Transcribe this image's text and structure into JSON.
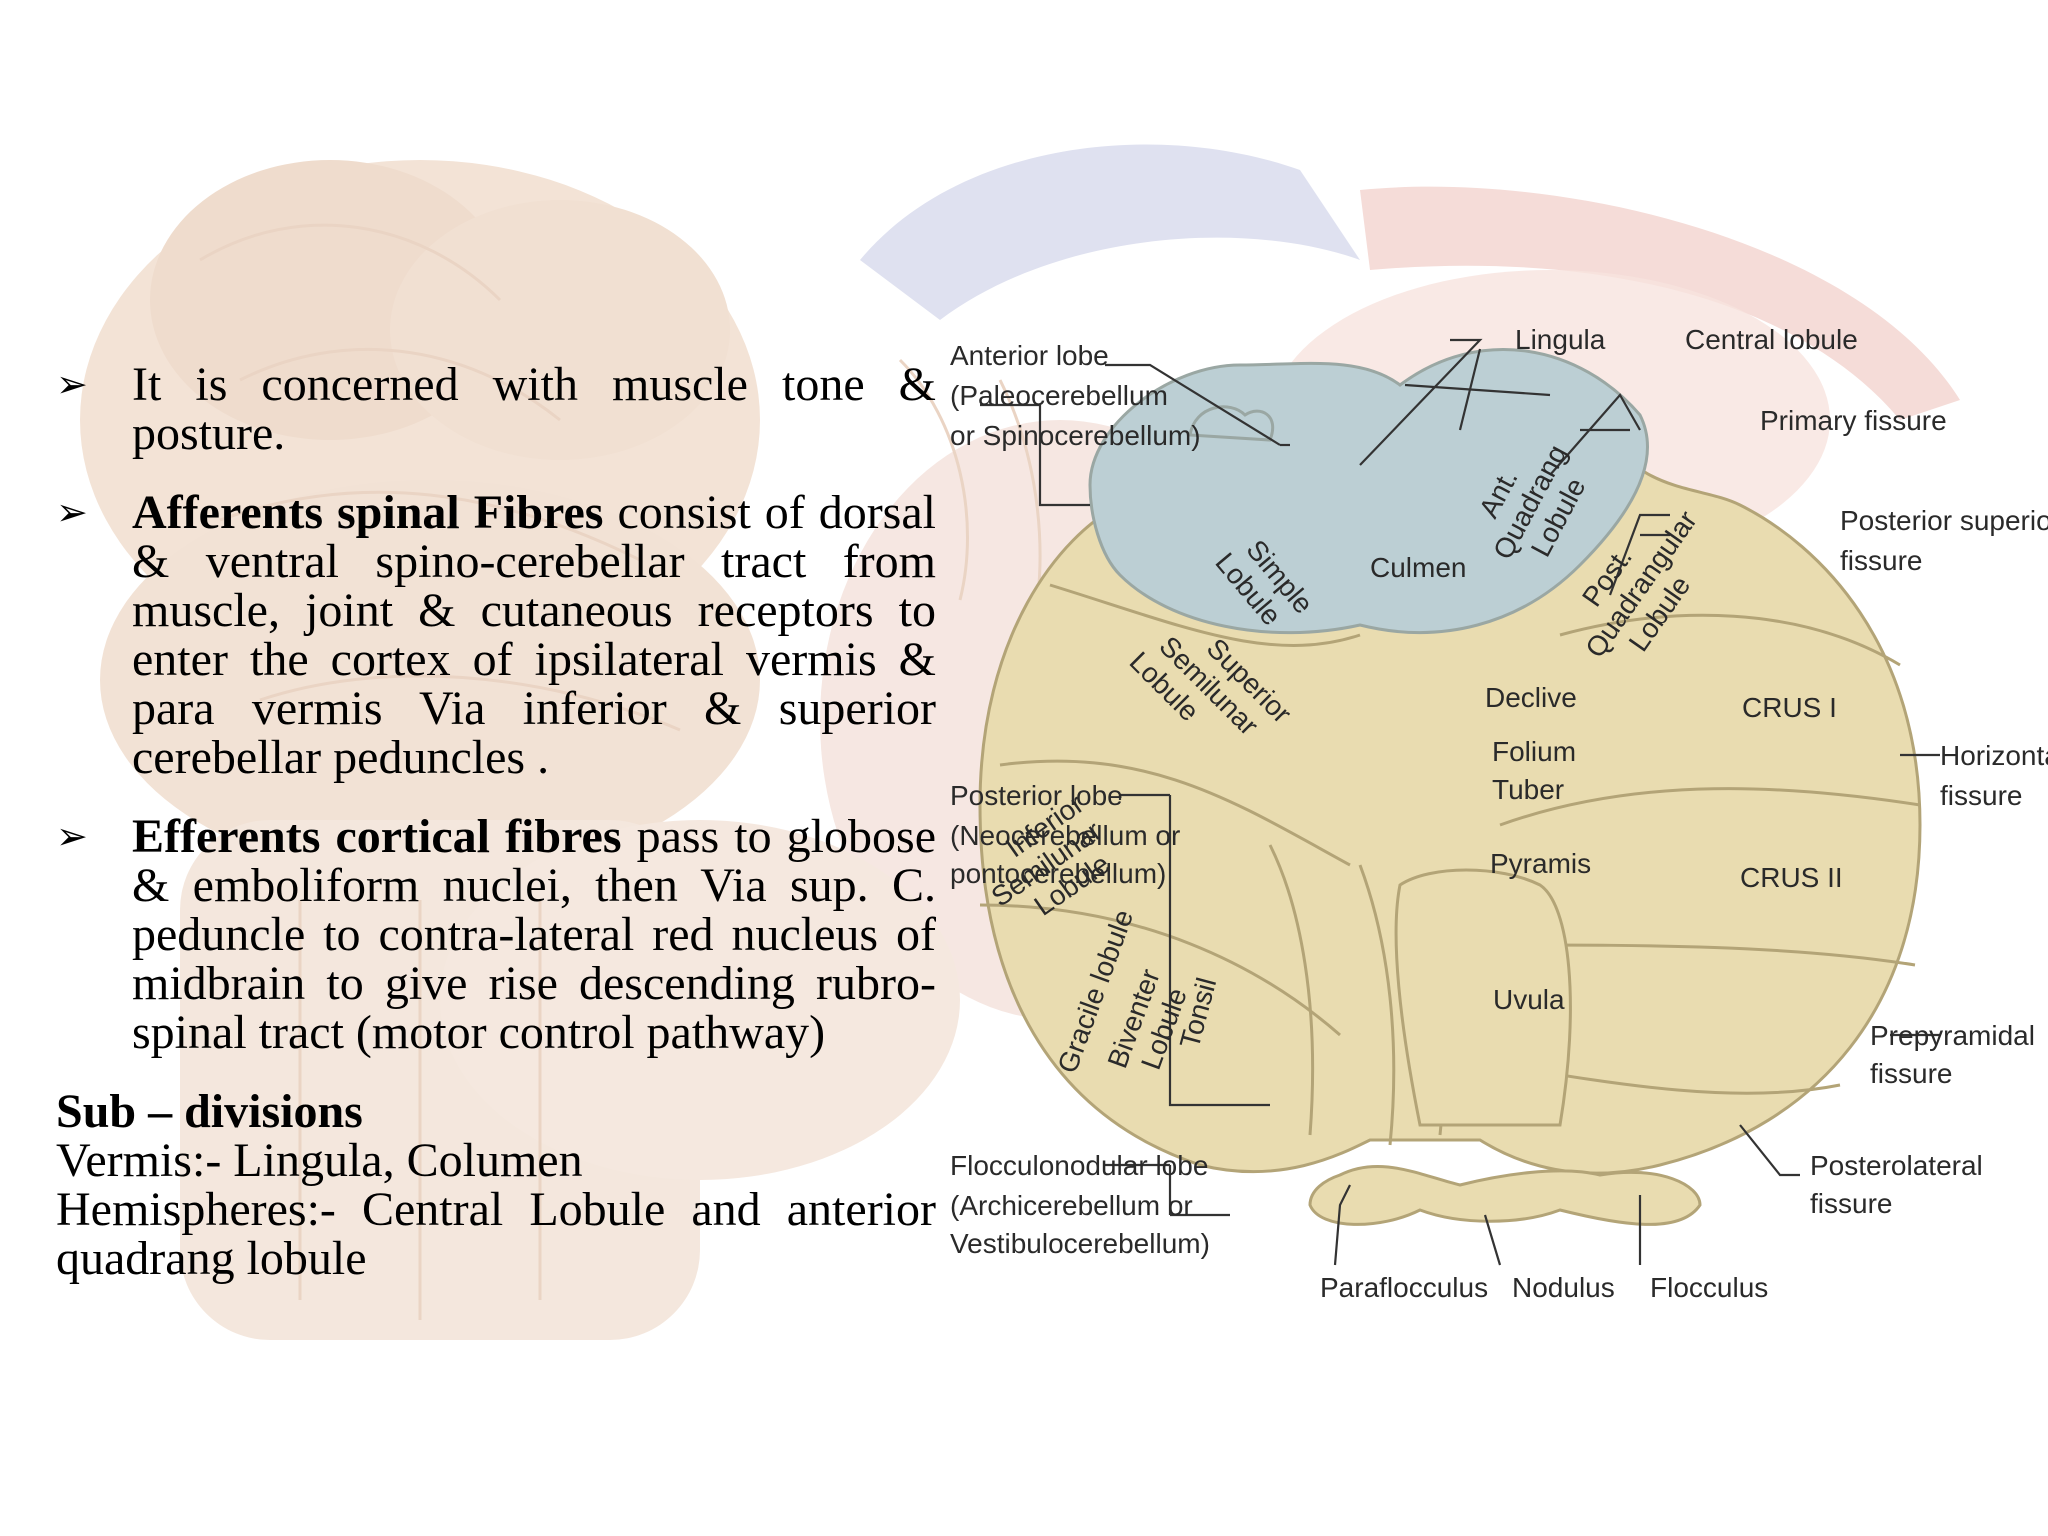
{
  "bullets": [
    {
      "lead": "",
      "text": "It is concerned with muscle tone & posture."
    },
    {
      "lead": "Afferents spinal Fibres",
      "text": " consist of dorsal & ventral spino-cerebellar tract from muscle, joint & cutaneous receptors to enter the cortex of ipsilateral vermis & para vermis Via inferior & superior cerebellar peduncles ."
    },
    {
      "lead": "Efferents cortical fibres",
      "text": " pass to globose & emboliform nuclei, then Via  sup. C. peduncle to contra-lateral red nucleus of midbrain to give rise descending rubro-spinal tract (motor control pathway)"
    }
  ],
  "bullet_glyph": "➢",
  "subdivisions": {
    "title": "Sub – divisions",
    "vermis": "Vermis:-  Lingula, Columen",
    "hemispheres": "Hemispheres:-  Central Lobule and anterior quadrang lobule"
  },
  "diagram": {
    "left_labels": {
      "anterior_lobe": [
        "Anterior lobe",
        "(Paleocerebellum",
        "or Spinocerebellum)"
      ],
      "posterior_lobe": [
        "Posterior lobe",
        "(Neocerebellum or",
        "pontocerebellum)"
      ],
      "flocculonodular_lobe": [
        "Flocculonodular lobe",
        "(Archicerebellum or",
        "Vestibulocerebellum)"
      ]
    },
    "top_labels": {
      "lingula": "Lingula",
      "central_lobule": "Central lobule"
    },
    "right_labels": {
      "primary_fissure": [
        "Primary fissure"
      ],
      "posterior_superior_fissure": [
        "Posterior superior",
        "fissure"
      ],
      "horizontal_fissure": [
        "Horizontal",
        "fissure"
      ],
      "prepyramidal_fissure": [
        "Prepyramidal",
        "fissure"
      ],
      "posterolateral_fissure": [
        "Posterolateral",
        "fissure"
      ]
    },
    "bottom_labels": {
      "paraflocculus": "Paraflocculus",
      "nodulus": "Nodulus",
      "flocculus": "Flocculus"
    },
    "region_labels": {
      "culmen": "Culmen",
      "ant_quadrang_lobule": [
        "Ant.",
        "Quadrang",
        "Lobule"
      ],
      "simple_lobule": [
        "Simple",
        "Lobule"
      ],
      "post_quadrangular_lobule": [
        "Post.",
        "Quadrangular",
        "Lobule"
      ],
      "superior_semilunar_lobule": [
        "Superior",
        "Semilunar",
        "Lobule"
      ],
      "declive": "Declive",
      "folium": "Folium",
      "tuber": "Tuber",
      "crus_i": "CRUS I",
      "crus_ii": "CRUS II",
      "pyramis": "Pyramis",
      "inferior_semilunar_lobule": [
        "Inferior",
        "Semilunar",
        "Lobule"
      ],
      "gracile_lobule": "Gracile lobule",
      "biventer_lobule": [
        "Biventer",
        "Lobule"
      ],
      "tonsil": "Tonsil",
      "uvula": "Uvula"
    }
  },
  "colors": {
    "lobe_fill": "#e9dcb0",
    "anterior_fill": "#bccfd4",
    "outline": "#b3a477",
    "text": "#000000"
  }
}
